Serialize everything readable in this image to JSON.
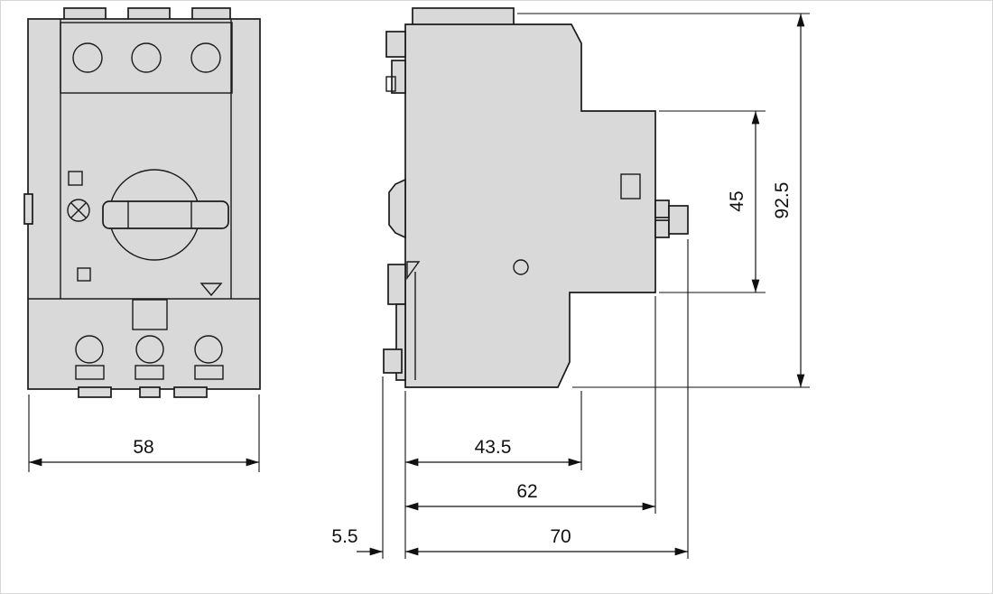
{
  "diagram": {
    "dimension_labels": {
      "front_width": "58",
      "side_depth_inner": "43.5",
      "side_depth_mid": "62",
      "side_depth_total": "70",
      "rail_offset": "5.5",
      "front_section_height": "45",
      "total_height": "92.5"
    },
    "colors": {
      "device_fill": "#d9d9d9",
      "line": "#111111",
      "background": "#ffffff"
    }
  }
}
